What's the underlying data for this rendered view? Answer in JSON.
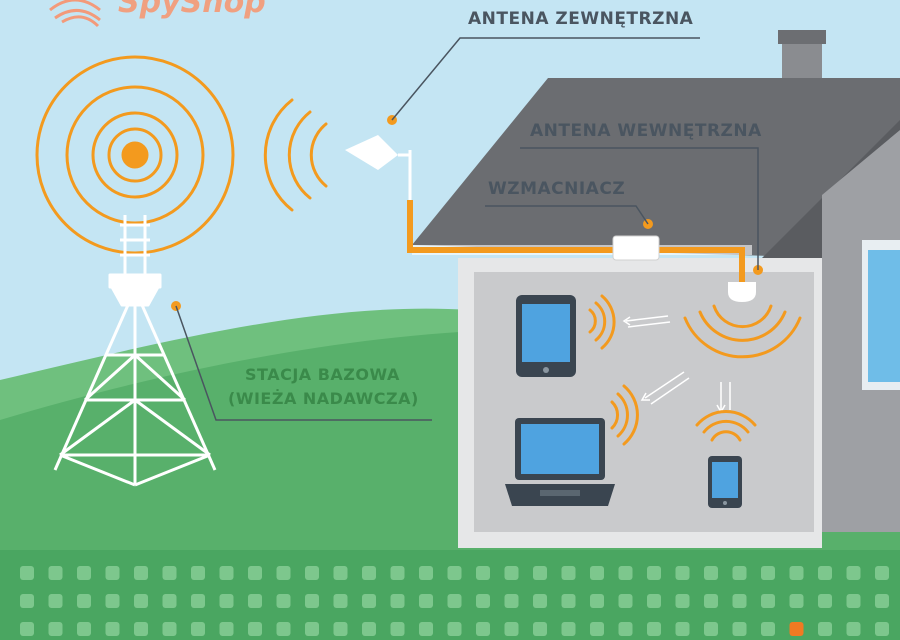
{
  "logo": {
    "text": "SpyShop"
  },
  "labels": {
    "external_antenna": "ANTENA ZEWNĘTRZNA",
    "internal_antenna": "ANTENA WEWNĘTRZNA",
    "amplifier": "WZMACNIACZ",
    "base_station_line1": "STACJA BAZOWA",
    "base_station_line2": "(WIEŻA NADAWCZA)"
  },
  "colors": {
    "sky": "#bfe3f2",
    "grass": "#5bb46e",
    "grass_dark": "#47a05c",
    "signal": "#f39a1e",
    "roof": "#6c6e72",
    "wall": "#a7a9ac",
    "interior": "#c8c9cb",
    "screen": "#4fa3e0",
    "device": "#3a4550",
    "accent_square": "#f07a22"
  }
}
